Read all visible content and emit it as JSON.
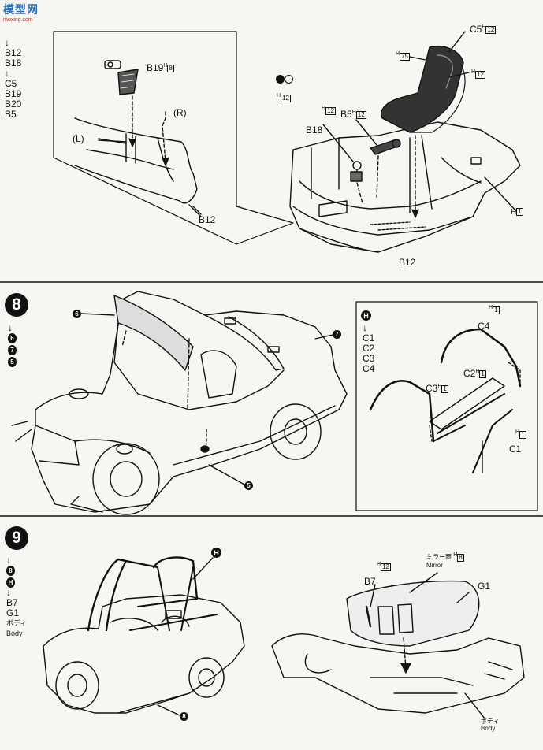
{
  "watermark": {
    "text": "模型网",
    "sub": "moxing.com"
  },
  "step7": {
    "sequence": [
      "↓",
      "B12",
      "B18",
      "↓",
      "C5",
      "B19",
      "B20",
      "B5"
    ],
    "inset_labels": {
      "part_b19": "B19",
      "b19_h": "H",
      "b19_num": "8",
      "r": "(R)",
      "l": "(L)",
      "b12": "B12"
    },
    "main_labels": {
      "c5": "C5",
      "c5_h": "H",
      "c5_num": "12",
      "h75_h": "H",
      "h75_num": "75",
      "h12_seat_h": "H",
      "h12_seat_num": "12",
      "h12_left_h": "H",
      "h12_left_num": "12",
      "b18": "B18",
      "b18_h": "H",
      "b18_num": "12",
      "b5": "B5",
      "b5_h": "H",
      "b5_num": "12",
      "h1_h": "H",
      "h1_num": "1",
      "b12": "B12"
    }
  },
  "step8": {
    "number": "8",
    "sequence": [
      "↓",
      "6",
      "7",
      "5"
    ],
    "callouts": {
      "c6": "6",
      "c7": "7",
      "c5": "5"
    },
    "sub": {
      "badge": "H",
      "sequence": [
        "↓",
        "C1",
        "C2",
        "C3",
        "C4"
      ],
      "labels": {
        "c4": "C4",
        "c4_h": "H",
        "c4_num": "1",
        "c2": "C2",
        "c2_h": "H",
        "c2_num": "1",
        "c3": "C3",
        "c3_h": "H",
        "c3_num": "1",
        "c1": "C1",
        "c1_h": "H",
        "c1_num": "1"
      }
    }
  },
  "step9": {
    "number": "9",
    "sequence": [
      "↓",
      "8",
      "H",
      "↓",
      "B7",
      "G1",
      "ボディ",
      "Body"
    ],
    "callouts": {
      "h": "H",
      "c8": "8"
    },
    "labels": {
      "mirror_jp": "ミラー面",
      "mirror_h": "H",
      "mirror_num": "8",
      "mirror_en": "Mirror",
      "b7": "B7",
      "b7_h": "H",
      "b7_num": "12",
      "g1": "G1",
      "body_jp": "ボディ",
      "body_en": "Body"
    }
  }
}
